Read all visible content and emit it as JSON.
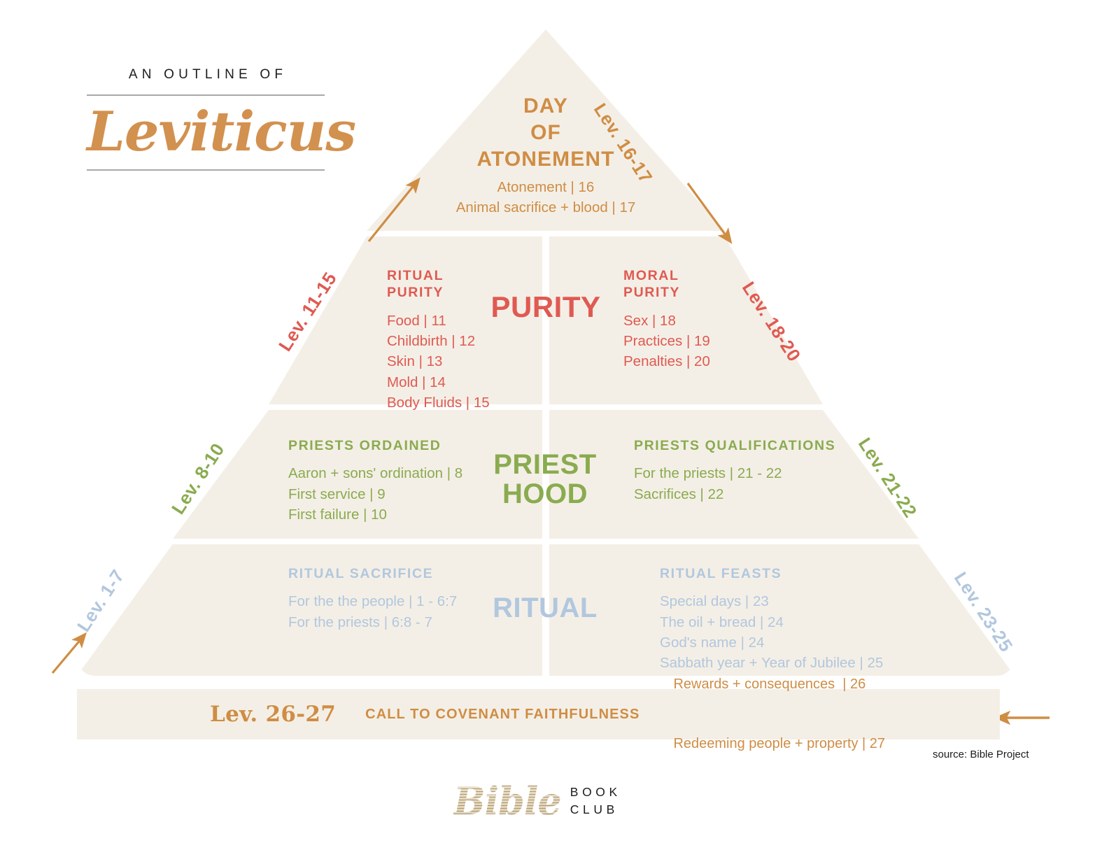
{
  "header": {
    "eyebrow": "AN OUTLINE OF",
    "book_title": "Leviticus"
  },
  "colors": {
    "background": "#ffffff",
    "tier_fill": "#f4efe6",
    "atonement": "#cf8d44",
    "purity": "#df5a52",
    "priesthood": "#8aab50",
    "ritual": "#b1c7de",
    "rule": "#a9a9a9",
    "text": "#1c1c1c"
  },
  "tiers": [
    {
      "id": "atonement",
      "center_label": "DAY\nOF\nATONEMENT",
      "center_label_lines": [
        "DAY",
        "OF",
        "ATONEMENT"
      ],
      "items": [
        "Atonement | 16",
        "Animal sacrifice + blood | 17"
      ],
      "range_left": null,
      "range_right": "Lev. 16-17"
    },
    {
      "id": "purity",
      "center_label": "PURITY",
      "range_left": "Lev. 11-15",
      "range_right": "Lev. 18-20",
      "left_column": {
        "heading": "RITUAL\nPURITY",
        "heading_lines": [
          "RITUAL",
          "PURITY"
        ],
        "items": [
          "Food | 11",
          "Childbirth | 12",
          "Skin | 13",
          "Mold | 14",
          "Body Fluids | 15"
        ]
      },
      "right_column": {
        "heading": "MORAL\nPURITY",
        "heading_lines": [
          "MORAL",
          "PURITY"
        ],
        "items": [
          "Sex | 18",
          "Practices | 19",
          "Penalties | 20"
        ]
      }
    },
    {
      "id": "priesthood",
      "center_label": "PRIEST\nHOOD",
      "center_label_lines": [
        "PRIEST",
        "HOOD"
      ],
      "range_left": "Lev. 8-10",
      "range_right": "Lev. 21-22",
      "left_column": {
        "heading": "PRIESTS ORDAINED",
        "items": [
          "Aaron + sons' ordination | 8",
          "First service | 9",
          "First failure | 10"
        ]
      },
      "right_column": {
        "heading": "PRIESTS QUALIFICATIONS",
        "items": [
          "For the priests | 21 - 22",
          "Sacrifices | 22"
        ]
      }
    },
    {
      "id": "ritual",
      "center_label": "RITUAL",
      "range_left": "Lev. 1-7",
      "range_right": "Lev. 23-25",
      "left_column": {
        "heading": "RITUAL SACRIFICE",
        "items": [
          "For the the people | 1 - 6:7",
          "For the priests | 6:8 - 7"
        ]
      },
      "right_column": {
        "heading": "RITUAL FEASTS",
        "items": [
          "Special days | 23",
          "The oil + bread | 24",
          "God's name | 24",
          "Sabbath year + Year of Jubilee | 25"
        ]
      }
    }
  ],
  "bottom_bar": {
    "range": "Lev. 26-27",
    "heading": "CALL TO COVENANT FAITHFULNESS",
    "items": [
      "Rewards + consequences  | 26",
      "Redeeming people + property | 27"
    ]
  },
  "source": "source: Bible Project",
  "footer": {
    "logo_word": "Bible",
    "logo_line1": "BOOK",
    "logo_line2": "CLUB"
  },
  "arrows": [
    {
      "name": "arrow-up-right-to-apex",
      "direction": "up-right"
    },
    {
      "name": "arrow-down-right-from-apex",
      "direction": "down-right"
    },
    {
      "name": "arrow-up-right-to-base",
      "direction": "up-right"
    },
    {
      "name": "arrow-left-to-bottom-bar",
      "direction": "left"
    }
  ]
}
